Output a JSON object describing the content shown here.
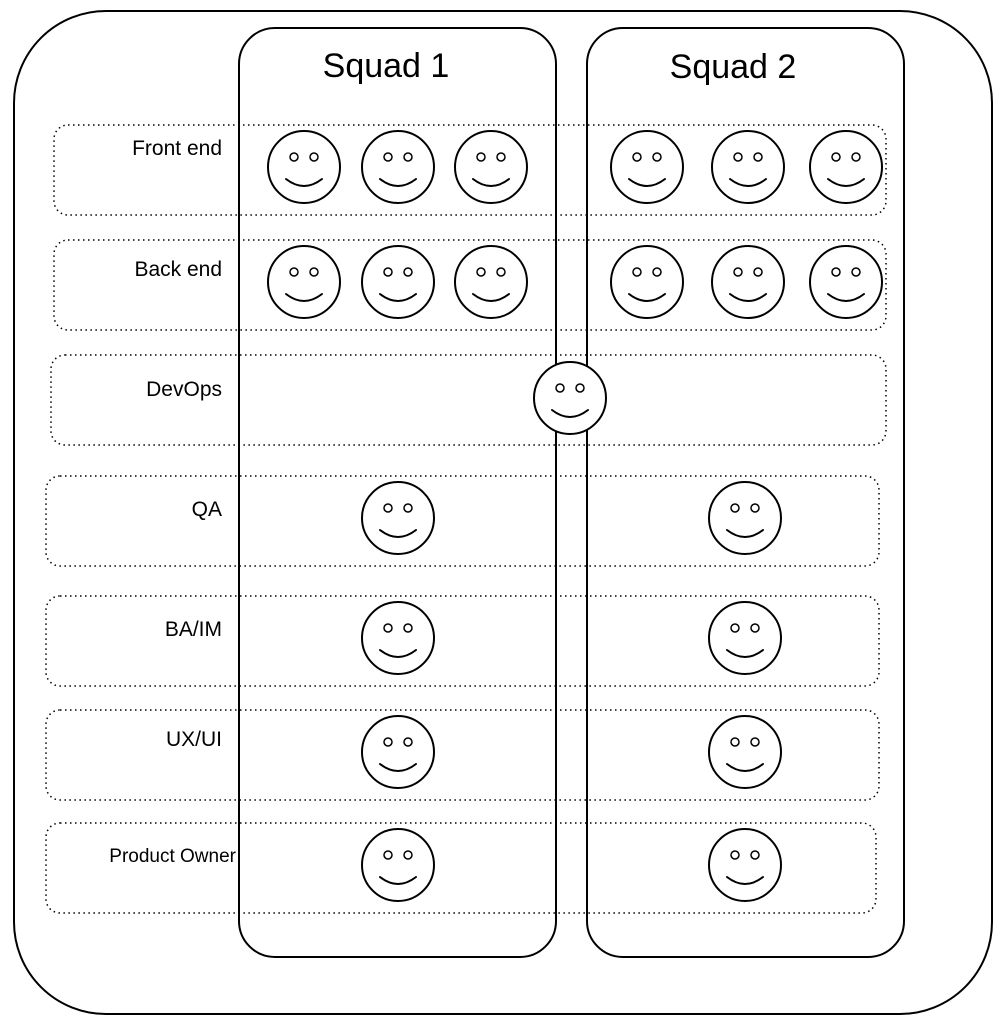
{
  "diagram": {
    "squads": [
      {
        "label": "Squad 1"
      },
      {
        "label": "Squad 2"
      }
    ],
    "rows": [
      {
        "label": "Front end",
        "members": {
          "squad_1": 3,
          "squad_2": 3
        }
      },
      {
        "label": "Back end",
        "members": {
          "squad_1": 3,
          "squad_2": 3
        }
      },
      {
        "label": "DevOps",
        "members": {
          "shared": 1
        }
      },
      {
        "label": "QA",
        "members": {
          "squad_1": 1,
          "squad_2": 1
        }
      },
      {
        "label": "BA/IM",
        "members": {
          "squad_1": 1,
          "squad_2": 1
        }
      },
      {
        "label": "UX/UI",
        "members": {
          "squad_1": 1,
          "squad_2": 1
        }
      },
      {
        "label": "Product Owner",
        "members": {
          "squad_1": 1,
          "squad_2": 1
        }
      }
    ],
    "member_icon": "smiley-face-icon",
    "stroke_color": "#000000",
    "background_color": "#ffffff"
  }
}
